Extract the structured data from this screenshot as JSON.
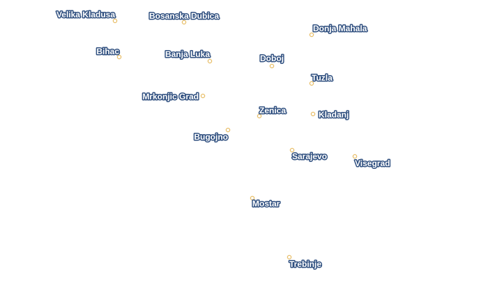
{
  "map": {
    "colors": {
      "marker_stroke": "#e8bf6a",
      "marker_fill": "#ffffff",
      "label_fill": "#ffffff",
      "label_outline": "#2f4f7f"
    },
    "cities": [
      {
        "id": "velika-kladusa",
        "name": "Velika Kladusa"
      },
      {
        "id": "bosanska-dubica",
        "name": "Bosanska Dubica"
      },
      {
        "id": "donja-mahala",
        "name": "Donja Mahala"
      },
      {
        "id": "bihac",
        "name": "Bihac"
      },
      {
        "id": "banja-luka",
        "name": "Banja Luka"
      },
      {
        "id": "doboj",
        "name": "Doboj"
      },
      {
        "id": "tuzla",
        "name": "Tuzla"
      },
      {
        "id": "mrkonjic-grad",
        "name": "Mrkonjic Grad"
      },
      {
        "id": "zenica",
        "name": "Zenica"
      },
      {
        "id": "kladanj",
        "name": "Kladanj"
      },
      {
        "id": "bugojno",
        "name": "Bugojno"
      },
      {
        "id": "sarajevo",
        "name": "Sarajevo"
      },
      {
        "id": "visegrad",
        "name": "Visegrad"
      },
      {
        "id": "mostar",
        "name": "Mostar"
      },
      {
        "id": "trebinje",
        "name": "Trebinje"
      }
    ]
  }
}
